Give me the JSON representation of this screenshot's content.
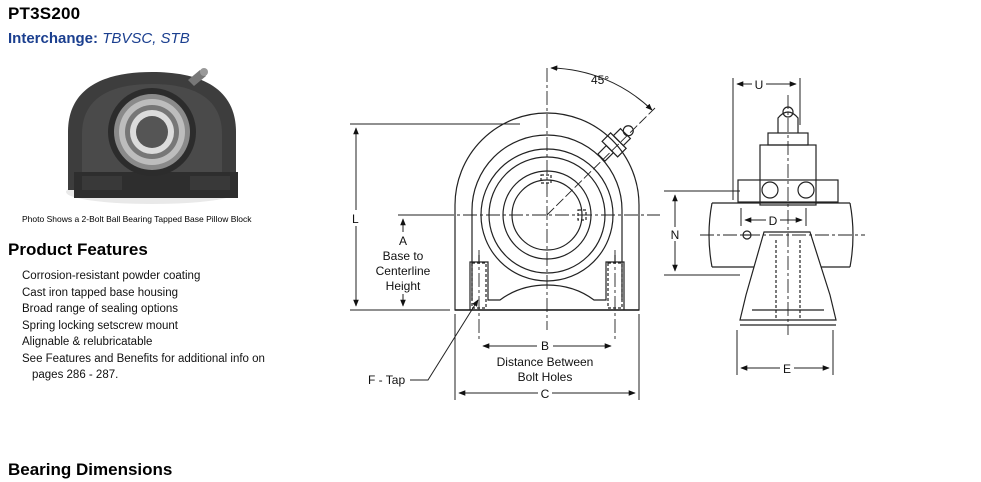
{
  "product": {
    "title": "PT3S200",
    "interchange_label": "Interchange:",
    "interchange_values": "TBVSC, STB"
  },
  "photo": {
    "caption": "Photo Shows a 2-Bolt Ball Bearing Tapped Base Pillow Block"
  },
  "features": {
    "heading": "Product Features",
    "items": [
      "Corrosion-resistant powder coating",
      "Cast iron tapped base housing",
      "Broad range of sealing options",
      "Spring locking setscrew mount",
      "Alignable & relubricatable",
      "See Features and Benefits for additional info on",
      "pages 286 - 287."
    ]
  },
  "drawing": {
    "angle": "45°",
    "L": "L",
    "A_letter": "A",
    "A_line1": "Base to",
    "A_line2": "Centerline",
    "A_line3": "Height",
    "B_letter": "B",
    "B_line1": "Distance Between",
    "B_line2": "Bolt Holes",
    "C": "C",
    "F_tap": "F - Tap",
    "U": "U",
    "D": "D",
    "N": "N",
    "E": "E"
  },
  "dimensions": {
    "heading": "Bearing Dimensions"
  }
}
